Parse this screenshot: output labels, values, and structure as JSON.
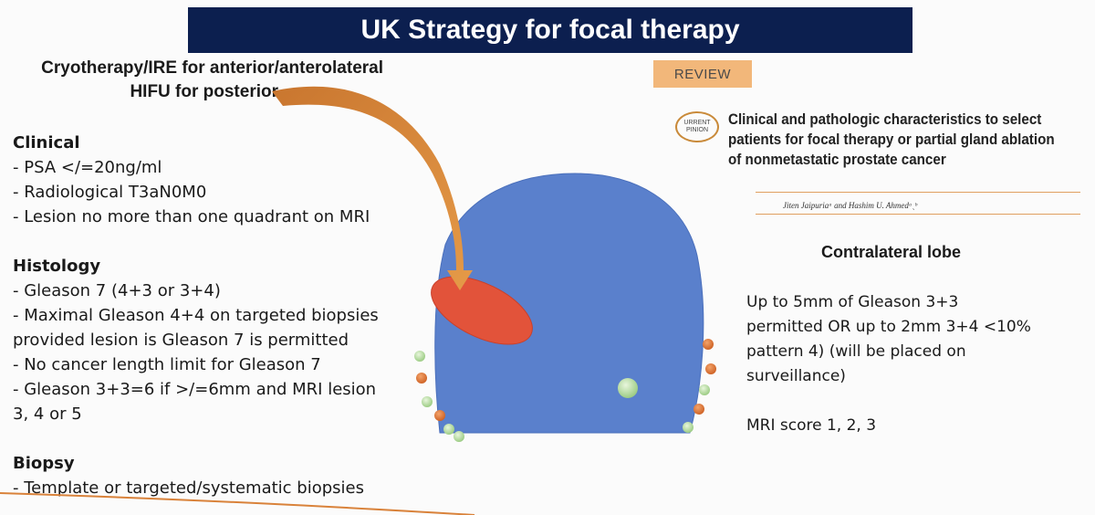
{
  "title": "UK Strategy for focal therapy",
  "modality": {
    "line1": "Cryotherapy/IRE for anterior/anterolateral",
    "line2": "HIFU for posterior"
  },
  "clinical": {
    "heading": "Clinical",
    "items": [
      "- PSA </=20ng/ml",
      "- Radiological T3aN0M0",
      "- Lesion no more than one quadrant on MRI"
    ]
  },
  "histology": {
    "heading": "Histology",
    "lines": [
      "- Gleason 7 (4+3 or 3+4)",
      "- Maximal Gleason 4+4 on targeted biopsies",
      "provided lesion is Gleason 7 is permitted",
      "- No cancer length limit for Gleason 7",
      "- Gleason 3+3=6 if >/=6mm and MRI lesion",
      "3, 4 or 5"
    ]
  },
  "biopsy": {
    "heading": "Biopsy",
    "items": [
      "- Template or targeted/systematic biopsies"
    ]
  },
  "review_badge": "REVIEW",
  "paper": {
    "logo_lines": [
      "URRENT",
      "PINION"
    ],
    "title_lines": [
      "Clinical and pathologic characteristics to select",
      "patients for focal therapy or partial gland ablation",
      "of nonmetastatic prostate cancer"
    ],
    "authors": "Jiten Jaipuriaᵃ and Hashim U. Ahmedᵃˎᵇ"
  },
  "contralateral": {
    "heading": "Contralateral lobe",
    "lines": [
      "Up to 5mm of Gleason 3+3",
      "permitted OR up to 2mm 3+4 <10%",
      "pattern 4) (will be placed on",
      "surveillance)",
      "",
      "MRI score 1, 2, 3"
    ]
  },
  "colors": {
    "title_bg": "#0c1f4f",
    "prostate": "#5a80cc",
    "lesion": "#e2533a",
    "arrow": "#d98a3c",
    "green_dot": "#b5dca0",
    "orange_dot": "#e07a38",
    "badge": "#f2b77a"
  }
}
